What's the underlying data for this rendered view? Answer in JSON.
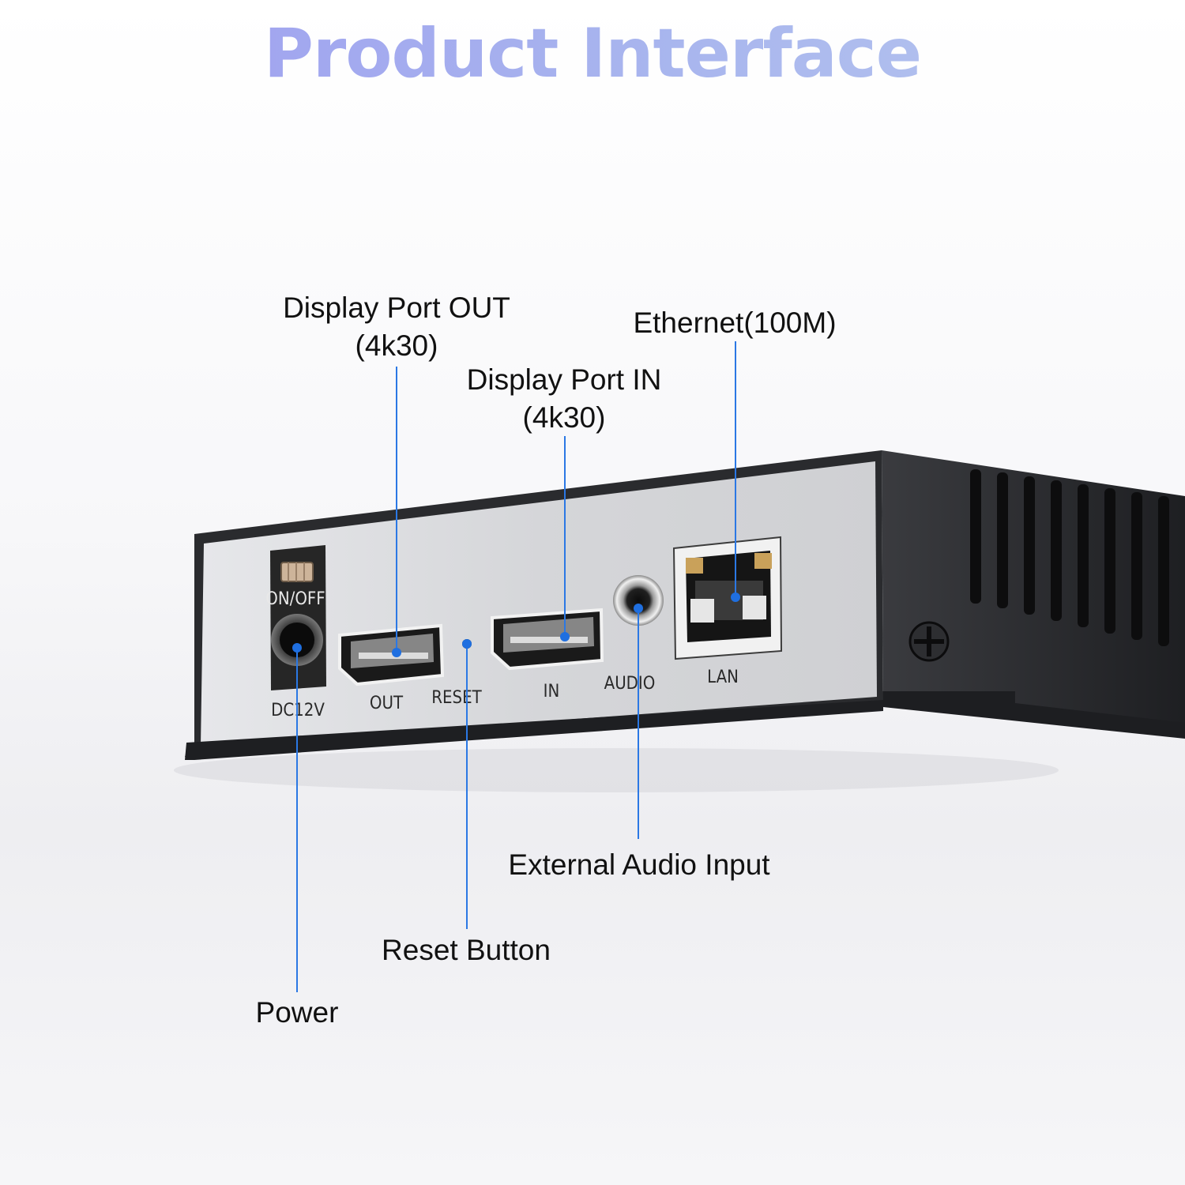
{
  "title": "Product Interface",
  "device_labels": {
    "dc": "DC12V",
    "switch": "ON/OFF",
    "out": "OUT",
    "reset": "RESET",
    "in": "IN",
    "audio": "AUDIO",
    "lan": "LAN"
  },
  "callouts": {
    "dp_out": {
      "line1": "Display Port OUT",
      "line2": "(4k30)"
    },
    "dp_in": {
      "line1": "Display Port IN",
      "line2": "(4k30)"
    },
    "ethernet": {
      "line1": "Ethernet(100M)"
    },
    "audio": {
      "line1": "External Audio Input"
    },
    "reset": {
      "line1": "Reset Button"
    },
    "power": {
      "line1": "Power"
    }
  },
  "colors": {
    "title_gradient_start": "#9d9cf0",
    "title_gradient_end": "#b7c7ee",
    "leader_line": "#2b78e4",
    "panel": "#d9dadd",
    "chassis": "#26272a"
  }
}
